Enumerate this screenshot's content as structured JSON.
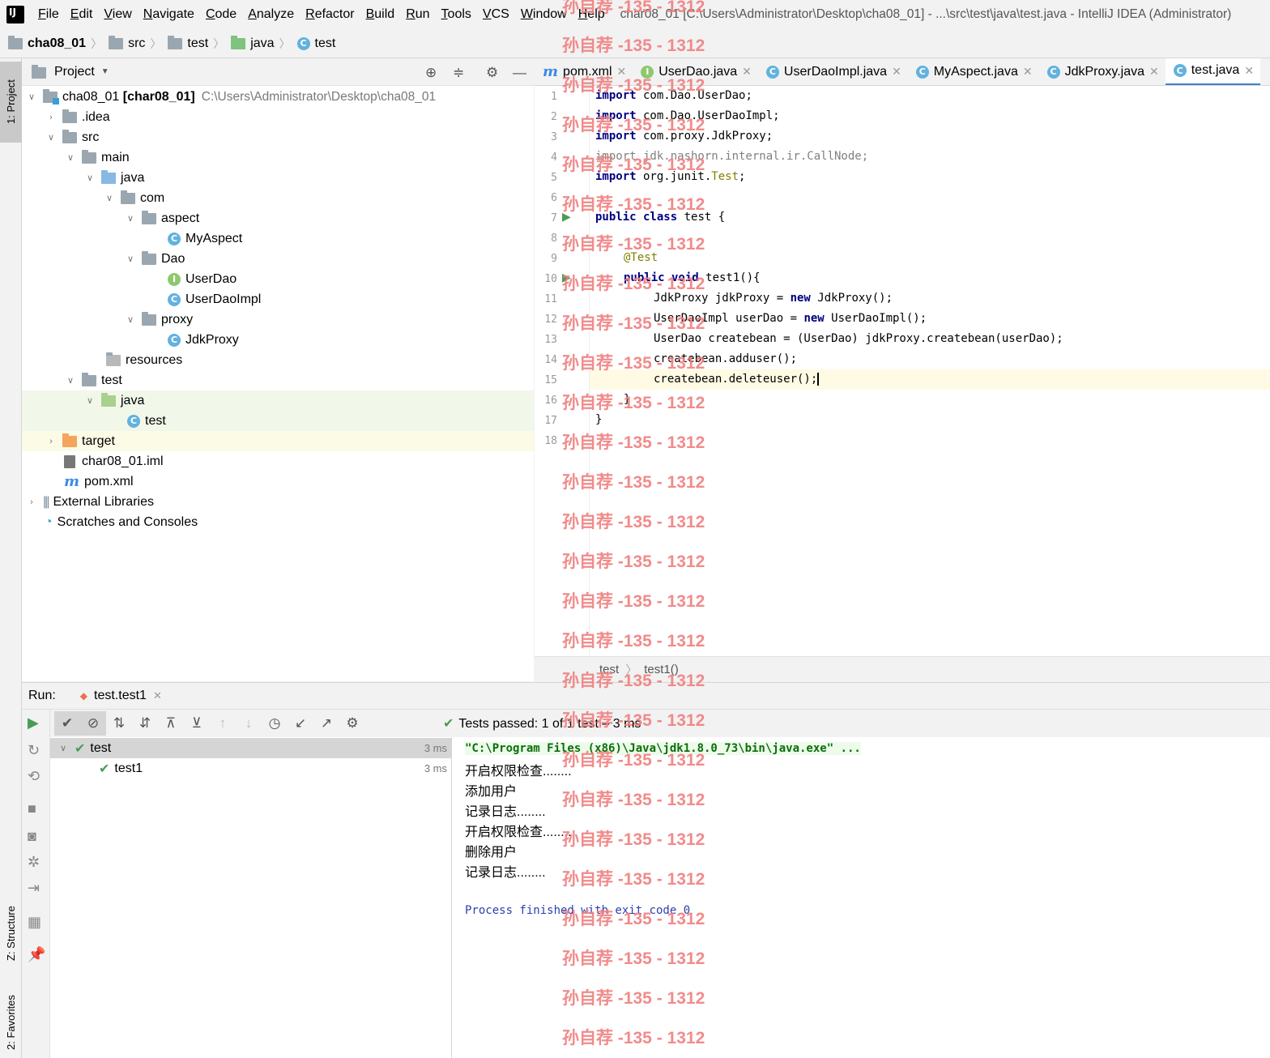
{
  "menubar": {
    "items": [
      "File",
      "Edit",
      "View",
      "Navigate",
      "Code",
      "Analyze",
      "Refactor",
      "Build",
      "Run",
      "Tools",
      "VCS",
      "Window",
      "Help"
    ],
    "window_title": "char08_01 [C:\\Users\\Administrator\\Desktop\\cha08_01] - ...\\src\\test\\java\\test.java - IntelliJ IDEA (Administrator)"
  },
  "breadcrumb": [
    "cha08_01",
    "src",
    "test",
    "java",
    "test"
  ],
  "left_stripe": {
    "project": "1: Project",
    "structure": "Z: Structure",
    "favorites": "2: Favorites"
  },
  "project": {
    "title": "Project",
    "root_name": "cha08_01",
    "root_module": "[char08_01]",
    "root_path": "C:\\Users\\Administrator\\Desktop\\cha08_01",
    "nodes": {
      "idea": ".idea",
      "src": "src",
      "main": "main",
      "java": "java",
      "com": "com",
      "aspect": "aspect",
      "myaspect": "MyAspect",
      "dao": "Dao",
      "userdao": "UserDao",
      "userdaoimpl": "UserDaoImpl",
      "proxy": "proxy",
      "jdkproxy": "JdkProxy",
      "resources": "resources",
      "test": "test",
      "test_java": "java",
      "test_class": "test",
      "target": "target",
      "iml": "char08_01.iml",
      "pom": "pom.xml",
      "ext_libs": "External Libraries",
      "scratches": "Scratches and Consoles"
    }
  },
  "editor_tabs": [
    "pom.xml",
    "UserDao.java",
    "UserDaoImpl.java",
    "MyAspect.java",
    "JdkProxy.java",
    "test.java"
  ],
  "code_lines": {
    "l1": [
      "import",
      " com.Dao.UserDao;"
    ],
    "l2": [
      "import",
      " com.Dao.UserDaoImpl;"
    ],
    "l3": [
      "import",
      " com.proxy.JdkProxy;"
    ],
    "l4": "import jdk.nashorn.internal.ir.CallNode;",
    "l5": [
      "import",
      " org.junit.",
      "Test",
      ";"
    ],
    "l7": [
      "public class",
      " test {"
    ],
    "l9": "@Test",
    "l10": [
      "public void",
      " test1(){"
    ],
    "l11": [
      "JdkProxy jdkProxy = ",
      "new",
      " JdkProxy();"
    ],
    "l12": [
      "UserDaoImpl userDao = ",
      "new",
      " UserDaoImpl();"
    ],
    "l13": "UserDao createbean = (UserDao) jdkProxy.createbean(userDao);",
    "l14": "createbean.adduser();",
    "l15": "createbean.deleteuser();",
    "l16": "}",
    "l17": "}"
  },
  "line_numbers": [
    "1",
    "2",
    "3",
    "4",
    "5",
    "6",
    "7",
    "8",
    "9",
    "10",
    "11",
    "12",
    "13",
    "14",
    "15",
    "16",
    "17",
    "18"
  ],
  "editor_breadcrumb": [
    "test",
    "test1()"
  ],
  "run": {
    "label": "Run:",
    "tab": "test.test1",
    "status": "Tests passed: 1 of 1 test – 3 ms",
    "tests": [
      {
        "name": "test",
        "time": "3 ms"
      },
      {
        "name": "test1",
        "time": "3 ms"
      }
    ],
    "console": {
      "cmd": "\"C:\\Program Files (x86)\\Java\\jdk1.8.0_73\\bin\\java.exe\" ...",
      "lines": [
        "开启权限检查........",
        "添加用户",
        "记录日志........",
        "开启权限检查........",
        "删除用户",
        "记录日志........"
      ],
      "exit": "Process finished with exit code 0"
    }
  },
  "watermark": "孙自荐 -135 - 1312"
}
